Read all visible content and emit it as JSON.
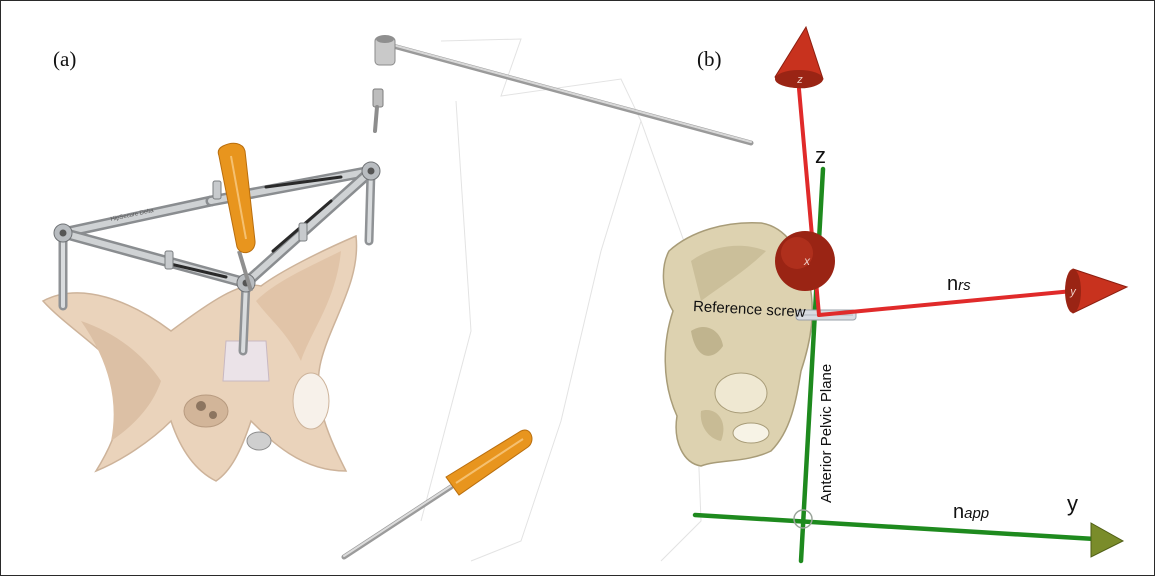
{
  "panels": {
    "a": {
      "label": "(a)"
    },
    "b": {
      "label": "(b)"
    }
  },
  "labels": {
    "reference_screw": "Reference screw",
    "anterior_pelvic_plane": "Anterior Pelvic Plane",
    "axis_z": "z",
    "axis_y": "y",
    "n_rs": "n",
    "n_rs_sub": "rs",
    "n_app": "n",
    "n_app_sub": "app",
    "marker_z": "z",
    "marker_x": "x",
    "marker_y": "y",
    "device_engraving": "HipSecure Delta"
  },
  "colors": {
    "red_axis": "#e02a2a",
    "green_axis": "#1e8a1e",
    "cone": "#c8321e",
    "handle": "#e8951e",
    "bone_pelvis_a": "#e9cfb4",
    "bone_pelvis_b": "#ddd2b0",
    "metal": "#b8bcc0"
  }
}
